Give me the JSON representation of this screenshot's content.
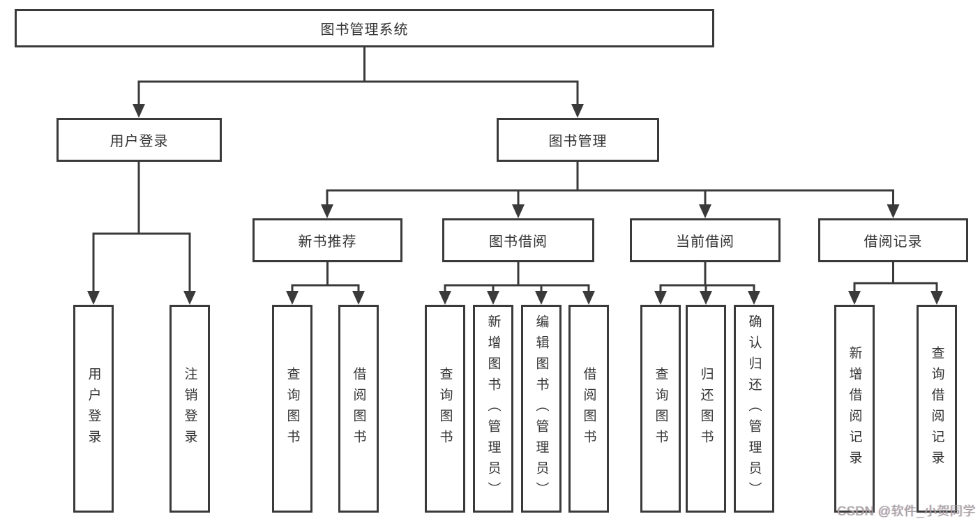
{
  "root": {
    "label": "图书管理系统"
  },
  "level2": {
    "userLogin": {
      "label": "用户登录"
    },
    "bookManagement": {
      "label": "图书管理"
    }
  },
  "level3": {
    "newBookRecommend": {
      "label": "新书推荐"
    },
    "bookBorrow": {
      "label": "图书借阅"
    },
    "currentBorrow": {
      "label": "当前借阅"
    },
    "borrowRecords": {
      "label": "借阅记录"
    }
  },
  "leaves": {
    "userLogin": [
      "用户登录",
      "注销登录"
    ],
    "newBookRecommend": [
      "查询图书",
      "借阅图书"
    ],
    "bookBorrow": [
      "查询图书",
      "新增图书（管理员）",
      "编辑图书（管理员）",
      "借阅图书"
    ],
    "currentBorrow": [
      "查询图书",
      "归还图书",
      "确认归还（管理员）"
    ],
    "borrowRecords": [
      "新增借阅记录",
      "查询借阅记录"
    ]
  },
  "watermark": {
    "text": "CSDN @软件_小贺同学"
  },
  "colors": {
    "line": "#3a3a3a",
    "text": "#333333",
    "background": "#ffffff",
    "watermark": "#a6a2a2"
  }
}
